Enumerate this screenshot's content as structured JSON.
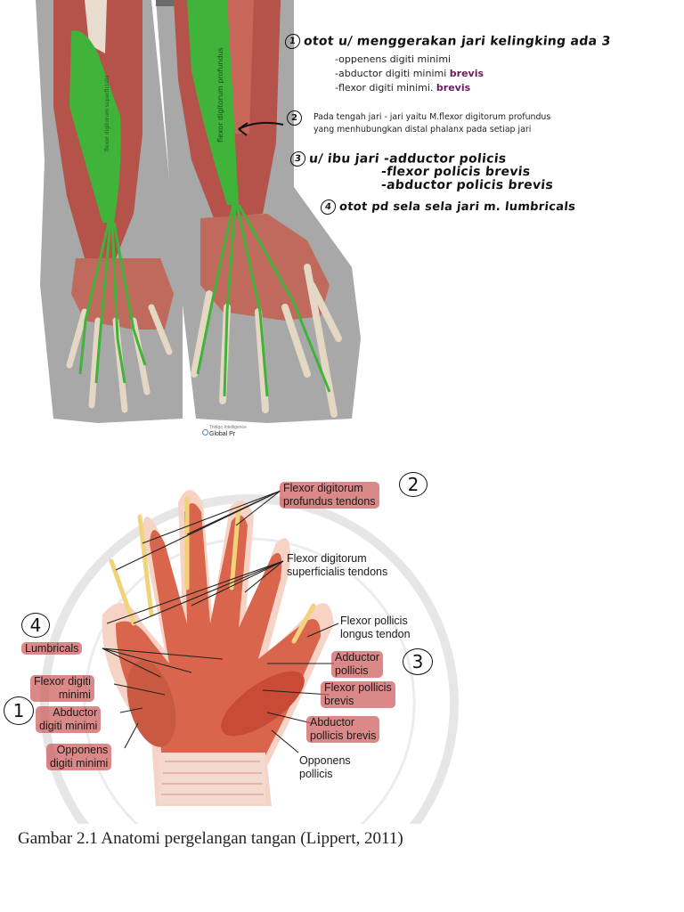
{
  "top_figure": {
    "muscle_label_left": "flexor digitorum superficialis",
    "muscle_label_right": "flexor digitorum profundus",
    "app_watermark": {
      "org": "Tridigo Intelligence",
      "brand": "Global Pr"
    }
  },
  "notes": {
    "note1": {
      "number": "1",
      "title": "otot u/ menggerakan jari kelingking ada 3",
      "items": [
        {
          "text": "-oppenens digiti minimi",
          "extra": ""
        },
        {
          "text": "-abductor digiti minimi",
          "extra": "brevis"
        },
        {
          "text": "-flexor digiti minimi.",
          "extra": "brevis"
        }
      ]
    },
    "note2": {
      "number": "2",
      "line1": "Pada tengah jari - jari yaitu M.flexor digitorum profundus",
      "line2": "yang menhubungkan distal phalanx pada setiap jari"
    },
    "note3": {
      "number": "3",
      "title": "u/ ibu jari",
      "items": [
        "-adductor policis",
        "-flexor policis brevis",
        "-abductor policis brevis"
      ]
    },
    "note4": {
      "number": "4",
      "text": "otot pd sela sela jari m. lumbricals"
    }
  },
  "diagram": {
    "labels": {
      "fdp": [
        "Flexor digitorum",
        "profundus tendons"
      ],
      "fds": [
        "Flexor digitorum",
        "superficialis tendons"
      ],
      "fpl": [
        "Flexor pollicis",
        "longus tendon"
      ],
      "adductor": [
        "Adductor",
        "pollicis"
      ],
      "fpb": [
        "Flexor pollicis",
        "brevis"
      ],
      "apb": [
        "Abductor",
        "pollicis brevis"
      ],
      "opp": [
        "Opponens",
        "pollicis"
      ],
      "lumbricals": "Lumbricals",
      "fdm": [
        "Flexor digiti",
        "minimi"
      ],
      "adm": [
        "Abductor",
        "digiti minimi"
      ],
      "odm": [
        "Opponens",
        "digiti minimi"
      ]
    },
    "markers": {
      "m2": "2",
      "m4": "4",
      "m3": "3",
      "m1": "1"
    }
  },
  "caption": "Gambar 2.1 Anatomi pergelangan tangan  (Lippert, 2011)",
  "colors": {
    "muscle": "#b5524a",
    "tendon_green": "#3fb33a",
    "label_highlight": "#cd5a5a",
    "gray_background": "#a9a9a9"
  }
}
